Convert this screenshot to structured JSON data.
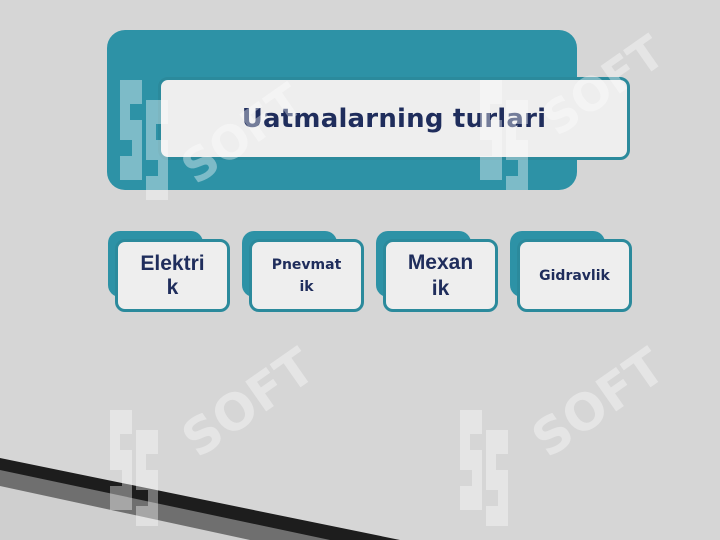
{
  "slide": {
    "title": "Uatmalarning turlari",
    "items": [
      {
        "label": "Elektri\nk"
      },
      {
        "label": "Pnevmat\nik"
      },
      {
        "label": "Mexan\nik"
      },
      {
        "label": "Gidravlik"
      }
    ]
  },
  "watermark": {
    "text": "SOFT"
  },
  "colors": {
    "background": "#d6d6d6",
    "accent": "#2d92a6",
    "box_fill": "#eeeeee",
    "text": "#1f2d5c"
  }
}
